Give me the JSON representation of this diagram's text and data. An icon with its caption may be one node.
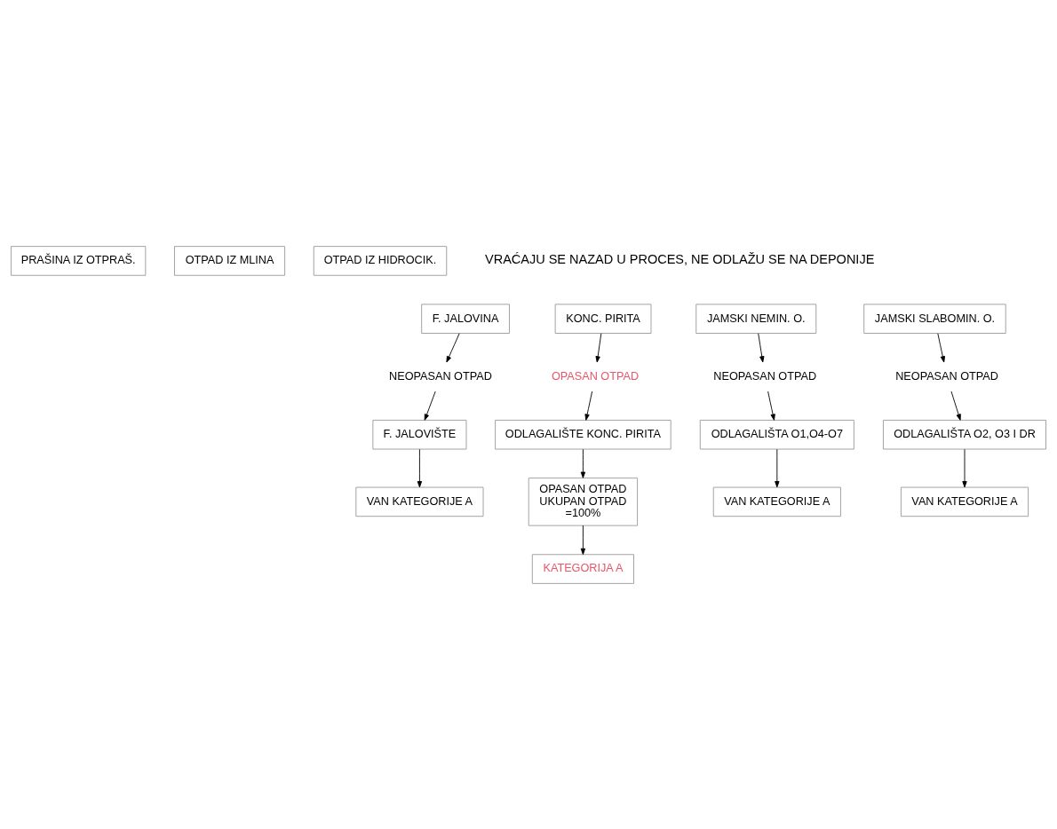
{
  "diagram": {
    "nodes": [
      {
        "text": [
          "PRAŠINA IZ OTPRAŠ."
        ]
      },
      {
        "text": [
          "OTPAD IZ MLINA"
        ]
      },
      {
        "text": [
          "OTPAD IZ HIDROCIK."
        ]
      },
      {
        "text": [
          "F. JALOVINA"
        ]
      },
      {
        "text": [
          "NEOPASAN OTPAD"
        ]
      },
      {
        "text": [
          "F. JALOVIŠTE"
        ]
      },
      {
        "text": [
          "VAN KATEGORIJE A"
        ]
      },
      {
        "text": [
          "KONC. PIRITA"
        ]
      },
      {
        "text": [
          "OPASAN OTPAD"
        ]
      },
      {
        "text": [
          "ODLAGALIŠTE KONC. PIRITA"
        ]
      },
      {
        "text": [
          "OPASAN OTPAD",
          "UKUPAN OTPAD",
          "=100%"
        ]
      },
      {
        "text": [
          "KATEGORIJA A"
        ]
      },
      {
        "text": [
          "JAMSKI NEMIN. O."
        ]
      },
      {
        "text": [
          "NEOPASAN OTPAD"
        ]
      },
      {
        "text": [
          "ODLAGALIŠTA O1,O4-O7"
        ]
      },
      {
        "text": [
          "VAN KATEGORIJE A"
        ]
      },
      {
        "text": [
          "JAMSKI SLABOMIN. O."
        ]
      },
      {
        "text": [
          "NEOPASAN OTPAD"
        ]
      },
      {
        "text": [
          "ODLAGALIŠTA O2, O3 I DR"
        ]
      },
      {
        "text": [
          "VAN KATEGORIJE A"
        ]
      }
    ],
    "edges": [
      {
        "from": 3,
        "to": 4,
        "arrow": "to"
      },
      {
        "from": 4,
        "to": 5,
        "arrow": "to"
      },
      {
        "from": 5,
        "to": 6,
        "arrow": "to"
      },
      {
        "from": 7,
        "to": 8,
        "arrow": "to"
      },
      {
        "from": 8,
        "to": 9,
        "arrow": "to"
      },
      {
        "from": 9,
        "to": 10,
        "arrow": "to"
      },
      {
        "from": 10,
        "to": 11,
        "arrow": "to"
      },
      {
        "from": 12,
        "to": 13,
        "arrow": "to"
      },
      {
        "from": 13,
        "to": 14,
        "arrow": "to"
      },
      {
        "from": 14,
        "to": 15,
        "arrow": "to"
      },
      {
        "from": 16,
        "to": 17,
        "arrow": "to"
      },
      {
        "from": 17,
        "to": 18,
        "arrow": "to"
      },
      {
        "from": 18,
        "to": 19,
        "arrow": "to"
      }
    ],
    "labels": [
      "VRAĆAJU SE NAZAD U PROCES, NE ODLAŽU SE NA DEPONIJE"
    ]
  }
}
